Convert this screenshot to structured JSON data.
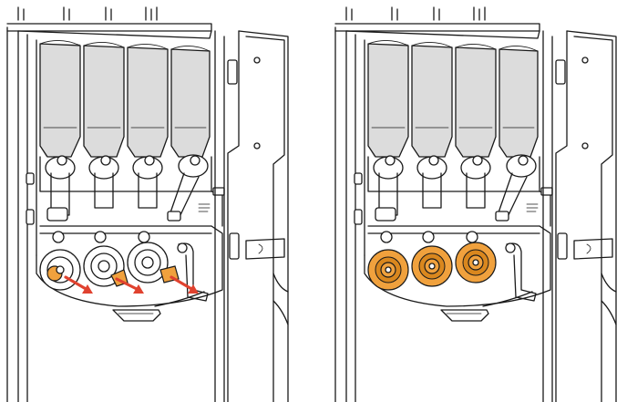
{
  "colors": {
    "highlight_orange": "#f0a13d",
    "highlight_orange_dark": "#d9871e",
    "arrow_red": "#e0422f",
    "line": "#1a1a1a",
    "shading": "#dcdcdc"
  },
  "panels": [
    {
      "state": "removal",
      "canisters": 4,
      "mixing_bowls": 3,
      "bowls_highlighted": "partial",
      "arrows": 3
    },
    {
      "state": "installed",
      "canisters": 4,
      "mixing_bowls": 3,
      "bowls_highlighted": "full",
      "arrows": 0
    }
  ]
}
